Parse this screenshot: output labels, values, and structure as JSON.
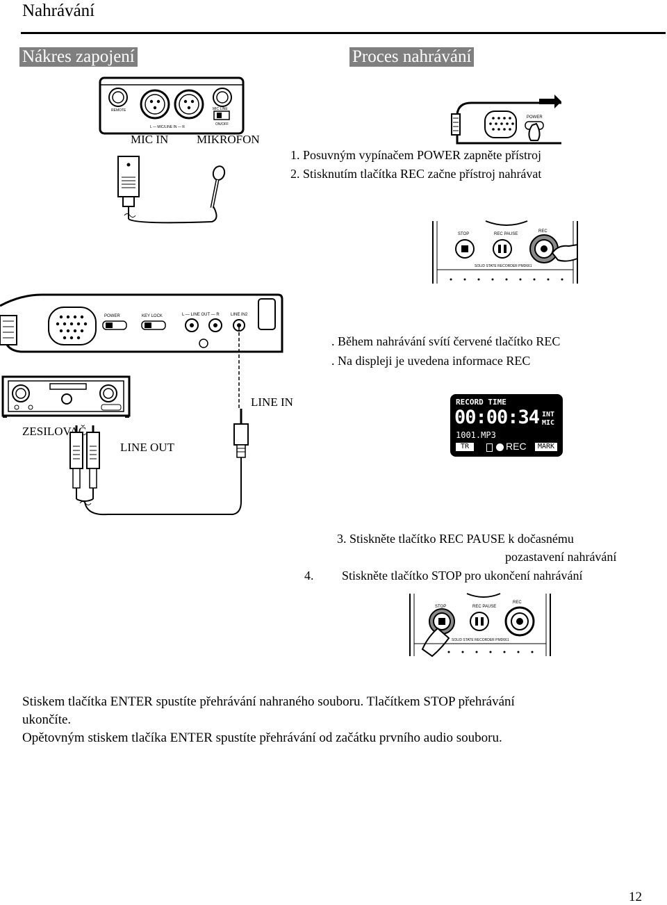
{
  "page": {
    "title": "Nahrávání",
    "page_number": "12"
  },
  "sections": {
    "wiring": "Nákres zapojení",
    "recording": "Proces nahrávání"
  },
  "diagram_labels": {
    "mic_in": "MIC IN",
    "mikrofon": "MIKROFON",
    "line_in": "LINE IN",
    "zesilovac": "ZESILOVAČ",
    "line_out": "LINE OUT"
  },
  "device_text": {
    "remote": "REMOTE",
    "mic_line": "MIC LINE",
    "on_off": "ON/OFF",
    "mic_line_in": "L — MIC/LINE IN — R",
    "power": "POWER",
    "key_lock": "KEY LOCK",
    "line_out": "L — LINE OUT — R",
    "line_in2": "LINE IN2",
    "stop": "STOP",
    "rec_pause": "REC PAUSE",
    "rec": "REC",
    "recorder_name": "SOLID STATE RECORDER PMD661"
  },
  "display": {
    "record_time": "RECORD TIME",
    "time": "00:00:34",
    "int": "INT",
    "mic": "MIC",
    "file": "1001.MP3",
    "tr": "TR",
    "rec": "REC",
    "mark": "MARK"
  },
  "steps": {
    "s1": "1.  Posuvným vypínačem POWER zapněte přístroj",
    "s2": "2.  Stisknutím tlačítka REC začne přístroj nahrávat",
    "b1": ". Během nahrávání svítí červené tlačítko REC",
    "b2": ". Na displeji je uvedena informace REC",
    "s3": "3.  Stiskněte tlačítko  REC PAUSE k dočasnému",
    "s3b": "pozastavení nahrávání",
    "s4_num": "4.",
    "s4": "Stiskněte tlačítko STOP pro ukončení nahrávání"
  },
  "paragraphs": {
    "p1": "Stiskem tlačítka ENTER spustíte přehrávání nahraného souboru. Tlačítkem STOP přehrávání",
    "p1b": "ukončíte.",
    "p2": "Opětovným stiskem tlačíka ENTER spustíte přehrávání od začátku prvního audio souboru."
  }
}
